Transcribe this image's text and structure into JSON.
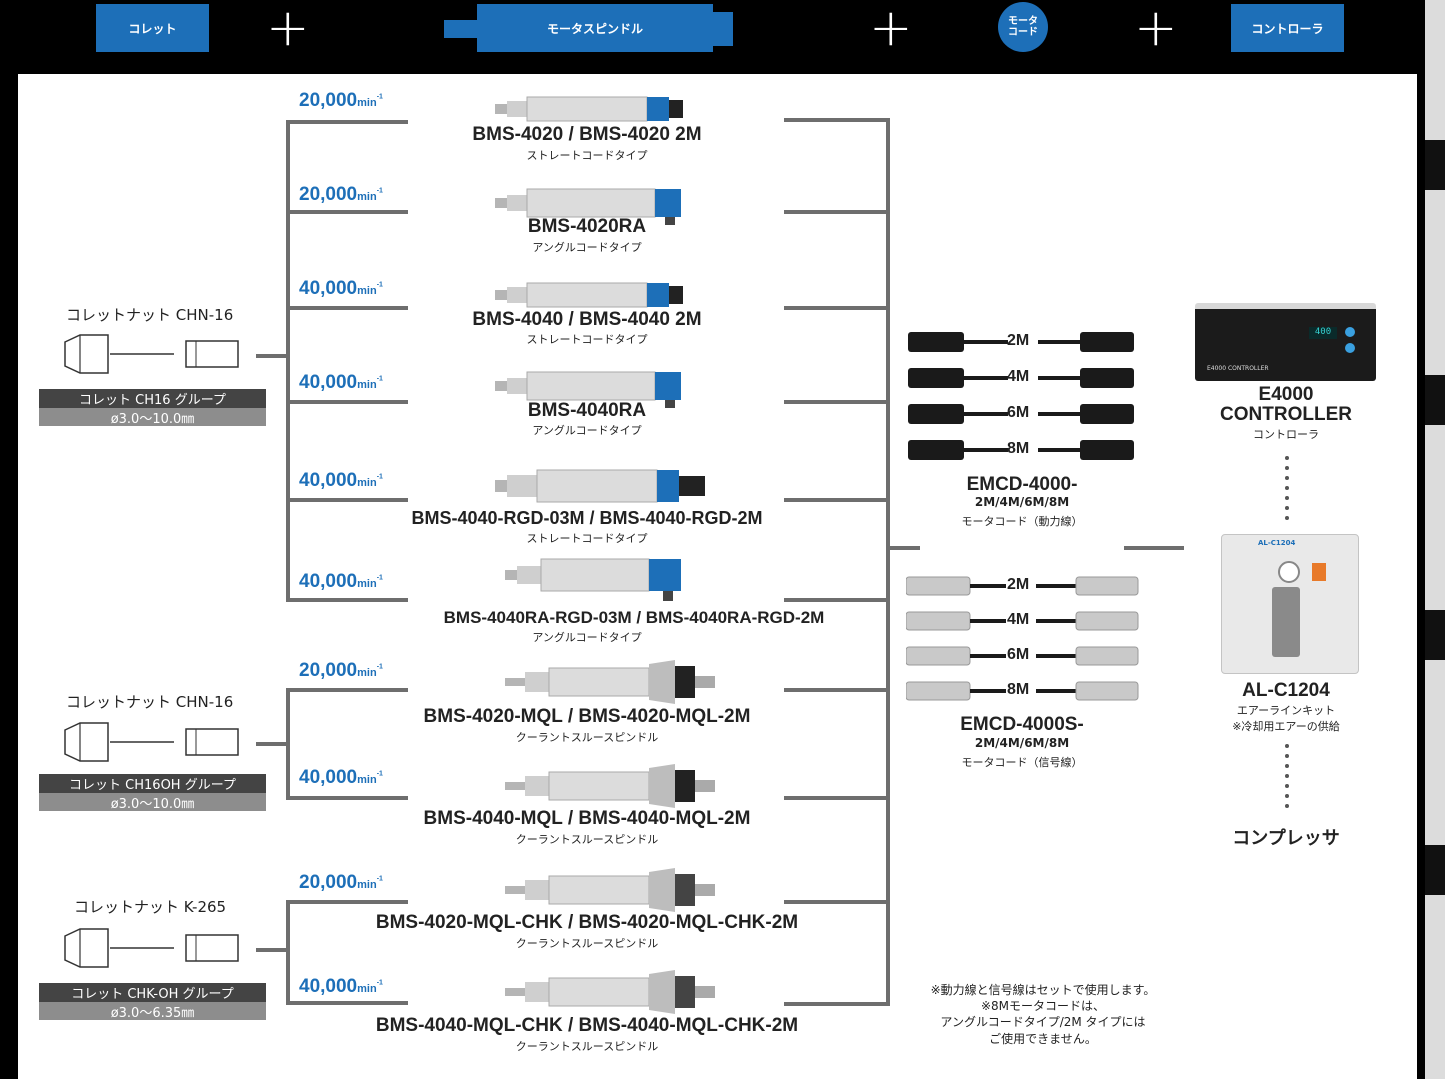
{
  "header": {
    "collet": "コレット",
    "plus": "+",
    "spindle": "モータスピンドル",
    "cord_line1": "モータ",
    "cord_line2": "コード",
    "controller": "コントローラ"
  },
  "speed_unit": "min",
  "speed_exp": "-1",
  "spindles": [
    {
      "speed": "20,000",
      "model": "BMS-4020 / BMS-4020 2M",
      "type": "ストレートコードタイプ"
    },
    {
      "speed": "20,000",
      "model": "BMS-4020RA",
      "type": "アングルコードタイプ"
    },
    {
      "speed": "40,000",
      "model": "BMS-4040 / BMS-4040 2M",
      "type": "ストレートコードタイプ"
    },
    {
      "speed": "40,000",
      "model": "BMS-4040RA",
      "type": "アングルコードタイプ"
    },
    {
      "speed": "40,000",
      "model": "BMS-4040-RGD-03M / BMS-4040-RGD-2M",
      "type": "ストレートコードタイプ"
    },
    {
      "speed": "40,000",
      "model": "BMS-4040RA-RGD-03M / BMS-4040RA-RGD-2M",
      "type": "アングルコードタイプ"
    },
    {
      "speed": "20,000",
      "model": "BMS-4020-MQL / BMS-4020-MQL-2M",
      "type": "クーラントスルースピンドル"
    },
    {
      "speed": "40,000",
      "model": "BMS-4040-MQL / BMS-4040-MQL-2M",
      "type": "クーラントスルースピンドル"
    },
    {
      "speed": "20,000",
      "model": "BMS-4020-MQL-CHK / BMS-4020-MQL-CHK-2M",
      "type": "クーラントスルースピンドル"
    },
    {
      "speed": "40,000",
      "model": "BMS-4040-MQL-CHK / BMS-4040-MQL-CHK-2M",
      "type": "クーラントスルースピンドル"
    }
  ],
  "collets": [
    {
      "nut": "コレットナット CHN-16",
      "group": "コレット CH16 グループ",
      "range": "ø3.0～10.0㎜"
    },
    {
      "nut": "コレットナット CHN-16",
      "group": "コレット CH16OH グループ",
      "range": "ø3.0～10.0㎜"
    },
    {
      "nut": "コレットナット K-265",
      "group": "コレット CHK-OH グループ",
      "range": "ø3.0～6.35㎜"
    }
  ],
  "cords": {
    "lengths": [
      "2M",
      "4M",
      "6M",
      "8M"
    ],
    "power": {
      "model": "EMCD-4000-",
      "sizes": "2M/4M/6M/8M",
      "desc": "モータコード（動力線）"
    },
    "signal": {
      "model": "EMCD-4000S-",
      "sizes": "2M/4M/6M/8M",
      "desc": "モータコード（信号線）"
    }
  },
  "controller": {
    "model_line1": "E4000",
    "model_line2": "CONTROLLER",
    "desc": "コントローラ",
    "panel_label": "E4000 CONTROLLER",
    "display": "400"
  },
  "air_kit": {
    "model": "AL-C1204",
    "desc1": "エアーラインキット",
    "desc2": "※冷却用エアーの供給",
    "plate_label": "AL-C1204"
  },
  "compressor": "コンプレッサ",
  "notes": [
    "※動力線と信号線はセットで使用します。",
    "※8Mモータコードは、",
    "アングルコードタイプ/2M タイプには",
    "ご使用できません。"
  ]
}
